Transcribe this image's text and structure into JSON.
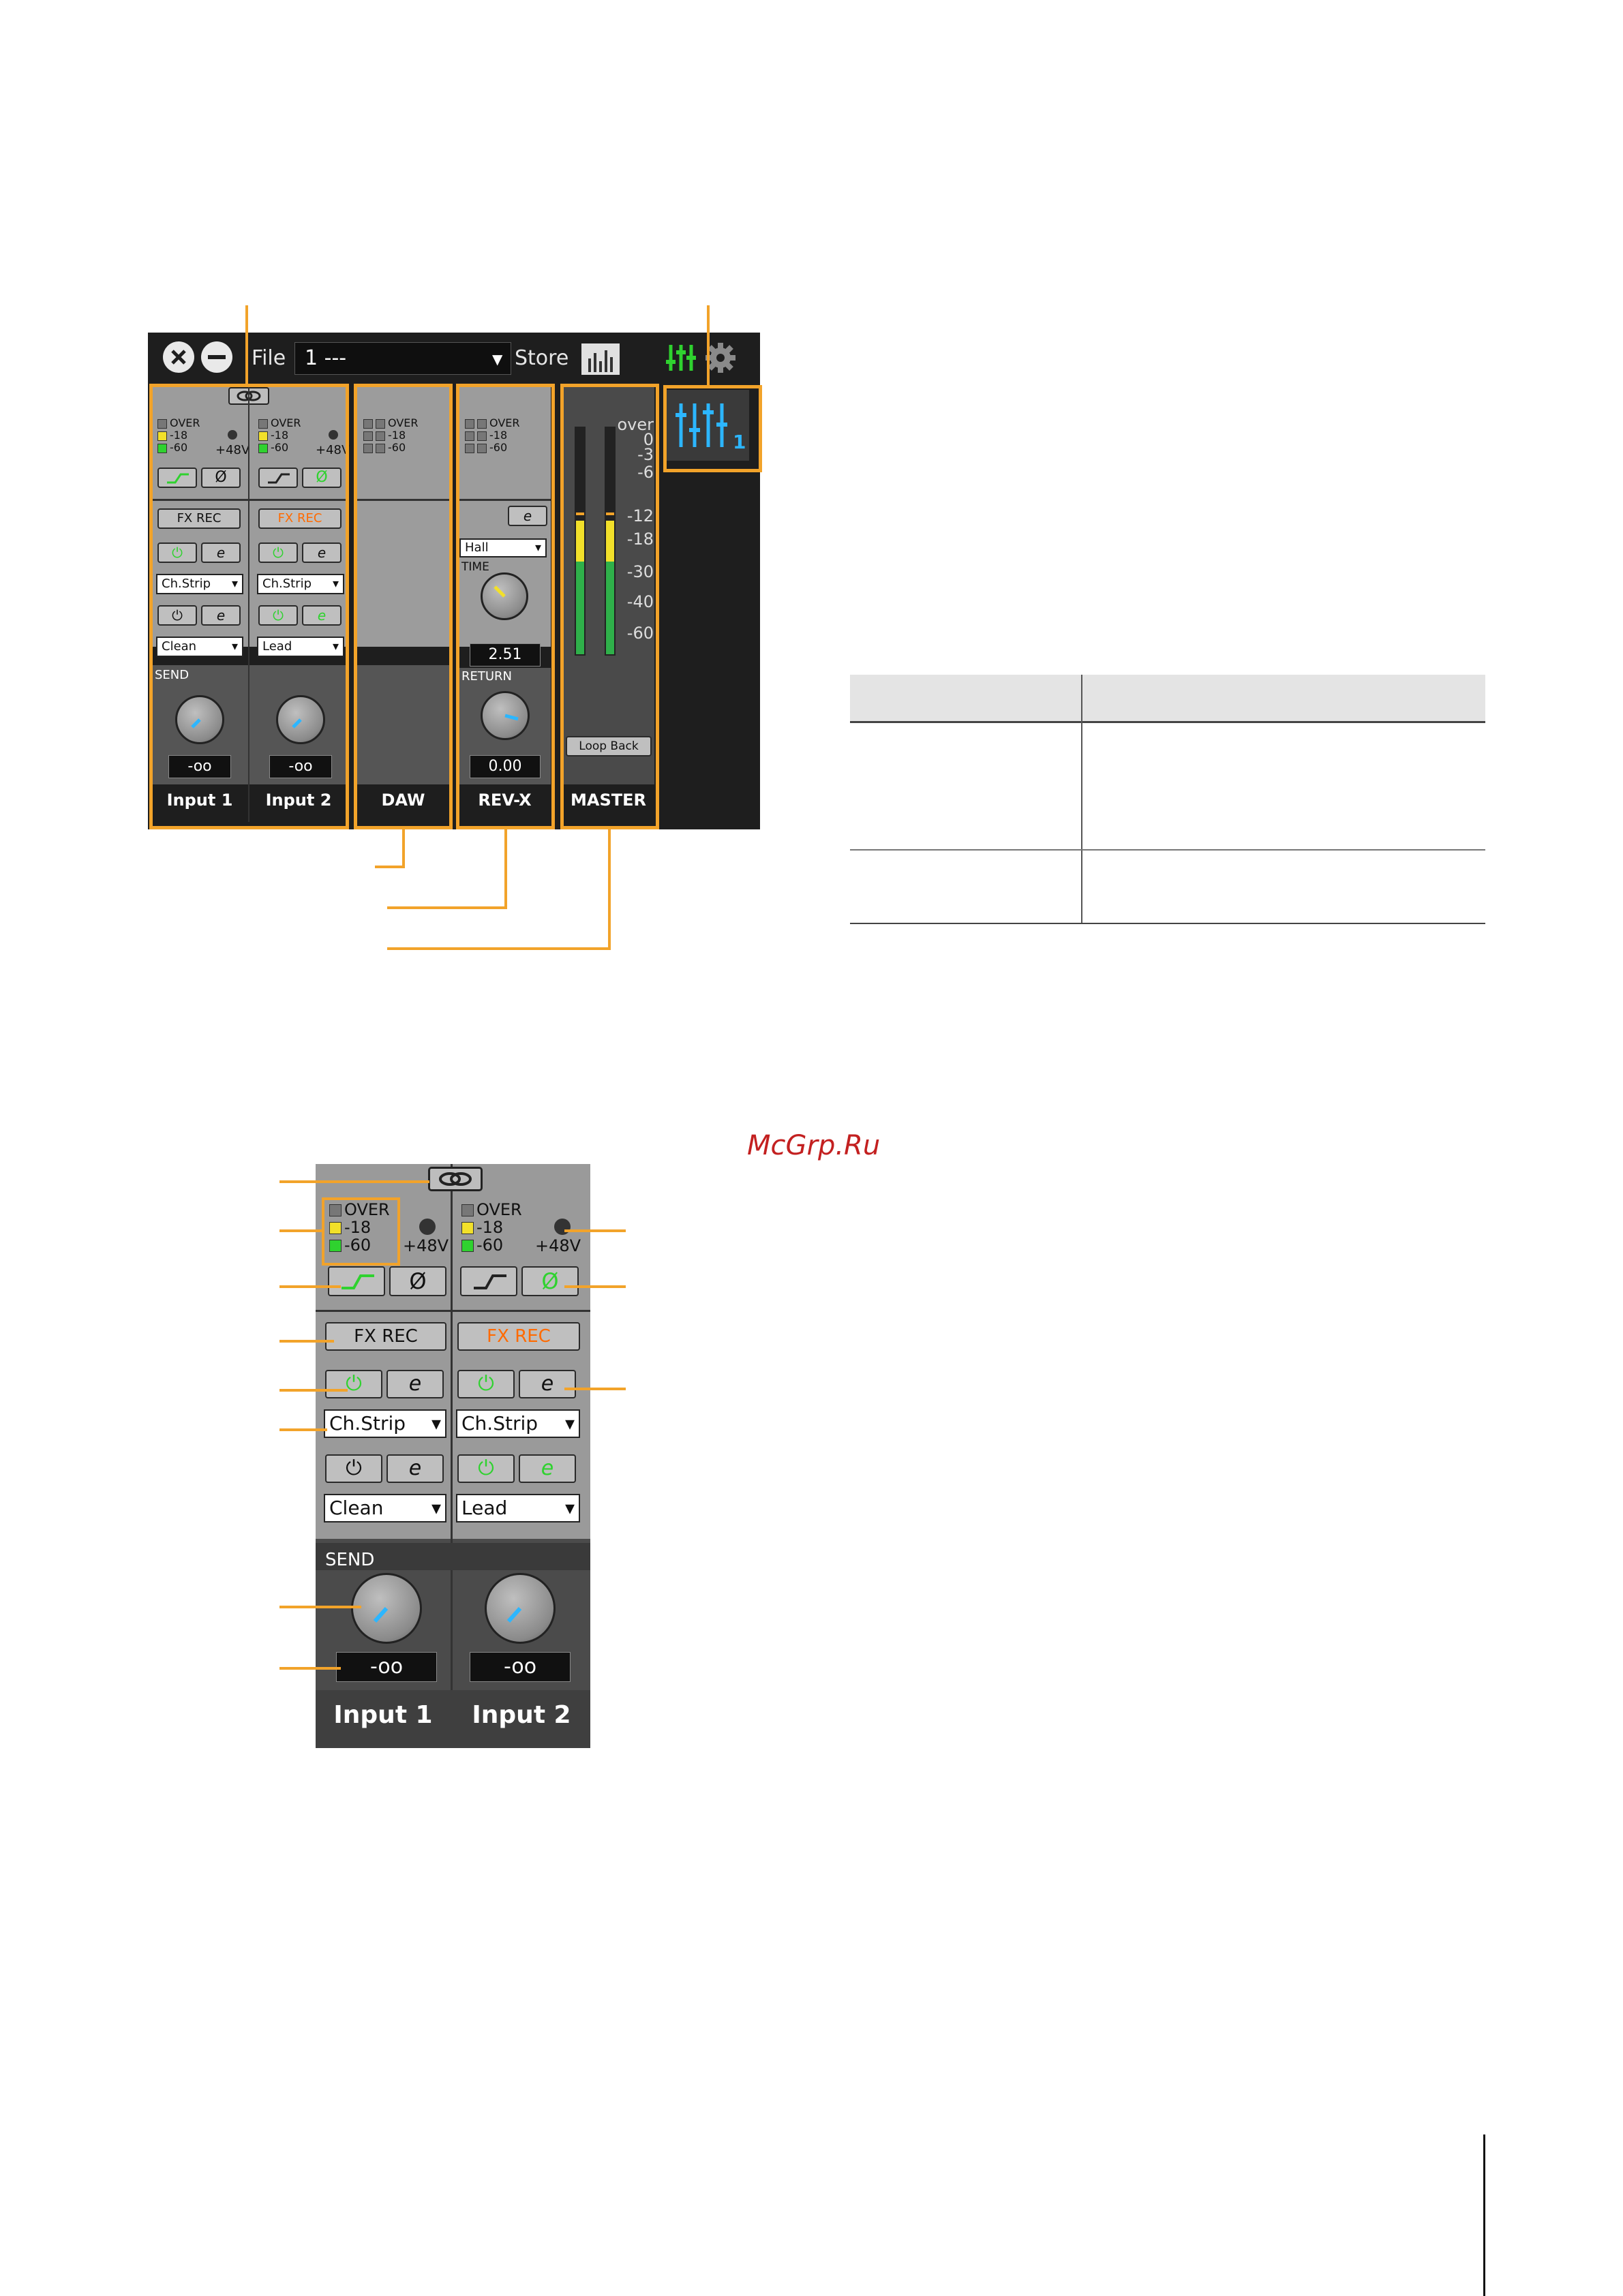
{
  "mixer": {
    "topbar": {
      "file_label": "File",
      "file_value": "1  ---",
      "store_label": "Store"
    },
    "strips": [
      {
        "name": "Input 1",
        "meter": [
          "OVER",
          "-18",
          "-60"
        ],
        "phantom": "+48V",
        "fx_rec": "FX REC",
        "effect1": "Ch.Strip",
        "effect2": "Clean",
        "send_label": "SEND",
        "send_value": "-oo"
      },
      {
        "name": "Input 2",
        "meter": [
          "OVER",
          "-18",
          "-60"
        ],
        "phantom": "+48V",
        "fx_rec": "FX REC",
        "effect1": "Ch.Strip",
        "effect2": "Lead",
        "send_value": "-oo"
      },
      {
        "name": "DAW",
        "meter": [
          "OVER",
          "-18",
          "-60"
        ]
      },
      {
        "name": "REV-X",
        "meter": [
          "OVER",
          "-18",
          "-60"
        ],
        "reverb_type": "Hall",
        "time_label": "TIME",
        "time_value": "2.51",
        "return_label": "RETURN",
        "return_value": "0.00"
      },
      {
        "name": "MASTER",
        "scale": [
          "over",
          "0",
          "-3",
          "-6",
          "-12",
          "-18",
          "-30",
          "-40",
          "-60"
        ],
        "loopback_label": "Loop Back"
      }
    ],
    "mix_badge": "1"
  },
  "detail": {
    "meter": [
      "OVER",
      "-18",
      "-60"
    ],
    "phantom": "+48V",
    "fx_rec": "FX REC",
    "strips": [
      {
        "name": "Input 1",
        "effect1": "Ch.Strip",
        "effect2": "Clean",
        "send_label": "SEND",
        "send_value": "-oo"
      },
      {
        "name": "Input 2",
        "effect1": "Ch.Strip",
        "effect2": "Lead",
        "send_value": "-oo"
      }
    ]
  },
  "watermark": "McGrp.Ru",
  "colors": {
    "accent_orange": "#f2a32a",
    "active_green": "#2fd22f",
    "fx_orange": "#ff6a00",
    "blue": "#2cb6ff"
  }
}
